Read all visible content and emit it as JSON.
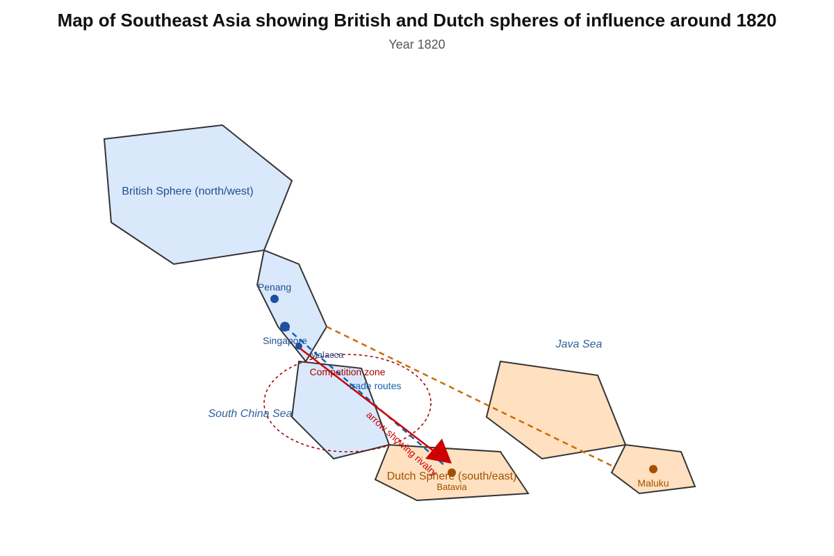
{
  "title": "Map of Southeast Asia showing British and Dutch spheres of influence around 1820",
  "subtitle": "Year 1820",
  "colors": {
    "british_fill": "#dae8fc",
    "british_text": "#1f4e8c",
    "british_marker": "#1f4fa0",
    "dutch_fill": "#ffe0c0",
    "dutch_text": "#a05000",
    "dutch_marker": "#a55000",
    "outline": "#333333",
    "rivalry": "#cc0000",
    "competition": "#aa0000",
    "trade_route": "#1060b0",
    "dutch_route": "#cc6a00",
    "water_label": "#30609a"
  },
  "spheres": {
    "british": "British Sphere (north/west)",
    "dutch": "Dutch Sphere (south/east)"
  },
  "places": {
    "penang": "Penang",
    "singapore": "Singapore",
    "malacca": "Malacca",
    "batavia": "Batavia",
    "maluku": "Maluku"
  },
  "seas": {
    "java_sea": "Java Sea",
    "south_china_sea": "South China Sea"
  },
  "annotations": {
    "competition_zone": "Competition zone",
    "trade_routes": "trade routes",
    "rivalry_arrow": "arrow showing rivalry"
  }
}
